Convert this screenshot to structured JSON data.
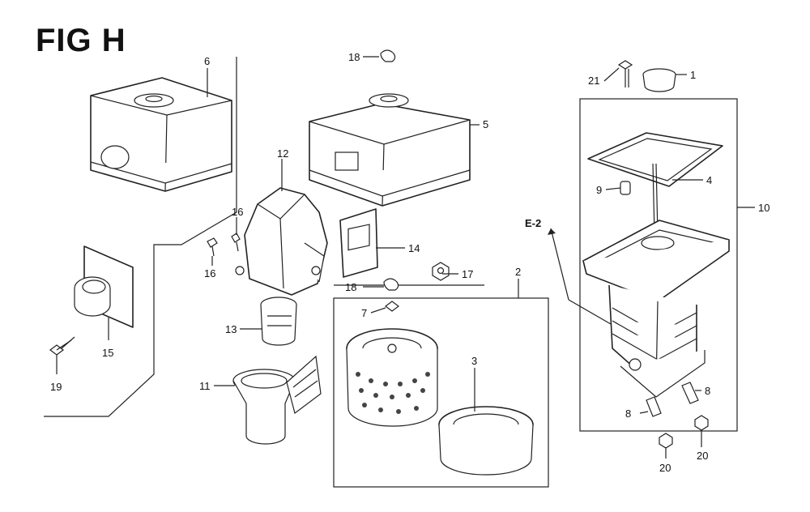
{
  "figure": {
    "title": "FIG H",
    "ref_label": "E-2"
  },
  "callouts": {
    "p1": "1",
    "p2": "2",
    "p3": "3",
    "p4": "4",
    "p5": "5",
    "p6": "6",
    "p7": "7",
    "p8a": "8",
    "p8b": "8",
    "p9": "9",
    "p10": "10",
    "p11": "11",
    "p12": "12",
    "p13": "13",
    "p14": "14",
    "p15": "15",
    "p16a": "16",
    "p16b": "16",
    "p17": "17",
    "p18a": "18",
    "p18b": "18",
    "p19": "19",
    "p20a": "20",
    "p20b": "20",
    "p21": "21"
  }
}
